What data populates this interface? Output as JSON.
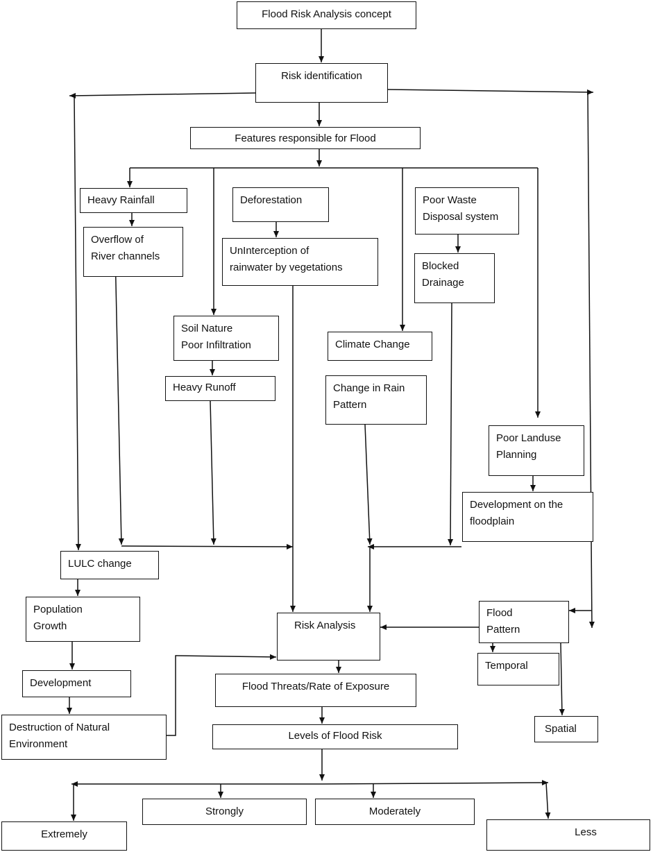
{
  "nodes": {
    "concept": "Flood Risk Analysis concept",
    "risk_identification": "Risk identification",
    "features": "Features responsible for Flood",
    "heavy_rainfall": "Heavy Rainfall",
    "overflow": "Overflow of\nRiver channels",
    "deforestation": "Deforestation",
    "uninterception": "UnInterception of\nrainwater by vegetations",
    "poor_waste": "Poor Waste\nDisposal system",
    "blocked_drainage": "Blocked\nDrainage",
    "soil_nature": "Soil Nature\nPoor Infiltration",
    "heavy_runoff": "Heavy Runoff",
    "climate_change": "Climate Change",
    "change_rain": "Change in Rain\nPattern",
    "poor_landuse": "Poor Landuse\nPlanning",
    "development_floodplain": "Development on the\nfloodplain",
    "lulc_change": "LULC change",
    "population_growth": "Population\nGrowth",
    "development": "Development",
    "destruction": "Destruction of Natural\nEnvironment",
    "risk_analysis": "Risk Analysis",
    "flood_pattern": "Flood\nPattern",
    "temporal": "Temporal",
    "spatial": "Spatial",
    "flood_threats": "Flood Threats/Rate of Exposure",
    "levels": "Levels of Flood Risk",
    "strongly": "Strongly",
    "moderately": "Moderately",
    "extremely": "Extremely",
    "less": "Less"
  }
}
